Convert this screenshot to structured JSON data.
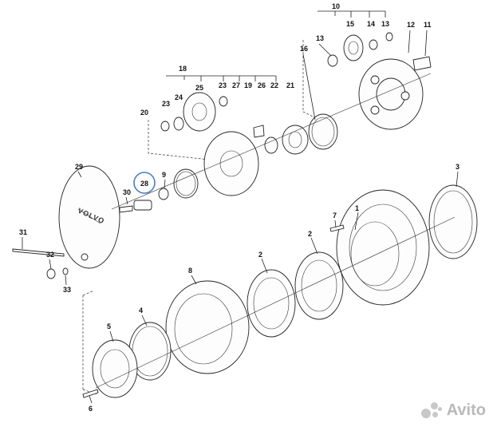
{
  "diagram": {
    "brand_label": "VOLVO",
    "highlighted_callout": "28",
    "callouts": [
      "1",
      "2",
      "2",
      "3",
      "4",
      "5",
      "6",
      "7",
      "8",
      "9",
      "10",
      "11",
      "12",
      "13",
      "13",
      "14",
      "15",
      "16",
      "18",
      "19",
      "20",
      "21",
      "22",
      "23",
      "23",
      "24",
      "25",
      "26",
      "27",
      "28",
      "29",
      "30",
      "31",
      "32",
      "33"
    ]
  },
  "watermark": {
    "text": "Avito"
  }
}
